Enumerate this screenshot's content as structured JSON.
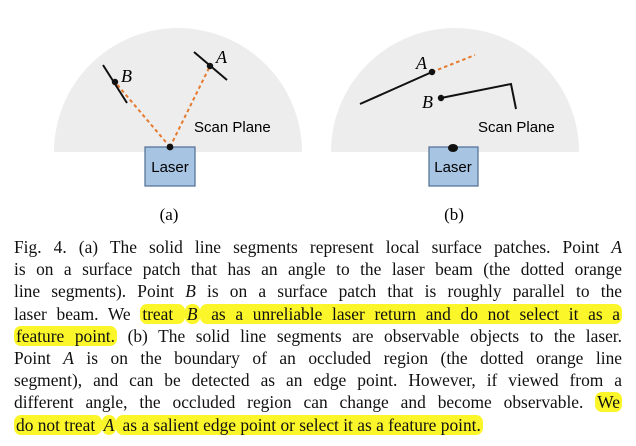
{
  "figure": {
    "panel_a": {
      "sublabel": "(a)",
      "laser_label": "Laser",
      "scan_plane_label": "Scan Plane",
      "point_a_label": "A",
      "point_b_label": "B"
    },
    "panel_b": {
      "sublabel": "(b)",
      "laser_label": "Laser",
      "scan_plane_label": "Scan Plane",
      "point_a_label": "A",
      "point_b_label": "B"
    },
    "colors": {
      "scan_plane_fill": "#ededed",
      "laser_box_fill": "#a7c4e3",
      "laser_box_stroke": "#4f6f94",
      "beam_color": "#e6792b",
      "highlight": "#fbf629"
    }
  },
  "caption": {
    "lines": [
      [
        {
          "t": "Fig. 4.    (a) The solid line segments represent local surface patches. Point "
        },
        {
          "t": "A",
          "m": true
        }
      ],
      [
        {
          "t": "is on a surface patch that has an angle to the laser beam (the dotted orange"
        }
      ],
      [
        {
          "t": "line segments). Point "
        },
        {
          "t": "B",
          "m": true
        },
        {
          "t": " is on a surface patch that is roughly parallel to the"
        }
      ],
      [
        {
          "t": "laser beam. We "
        },
        {
          "t": "treat ",
          "h": true
        },
        {
          "t": "B",
          "m": true,
          "h": true
        },
        {
          "t": " as a unreliable laser return and do not select it as a",
          "h": true
        }
      ],
      [
        {
          "t": "feature point.",
          "h": true
        },
        {
          "t": " (b) The solid line segments are observable objects to the laser."
        }
      ],
      [
        {
          "t": "Point "
        },
        {
          "t": "A",
          "m": true
        },
        {
          "t": " is on the boundary of an occluded region (the dotted orange line"
        }
      ],
      [
        {
          "t": "segment), and can be detected as an edge point. However, if viewed from a"
        }
      ],
      [
        {
          "t": "different angle, the occluded region can change and become observable. "
        },
        {
          "t": "We",
          "h": true
        }
      ],
      [
        {
          "t": "do not treat ",
          "h": true
        },
        {
          "t": "A",
          "m": true,
          "h": true
        },
        {
          "t": " as a salient edge point or select it as a feature point.",
          "h": true
        }
      ]
    ]
  }
}
